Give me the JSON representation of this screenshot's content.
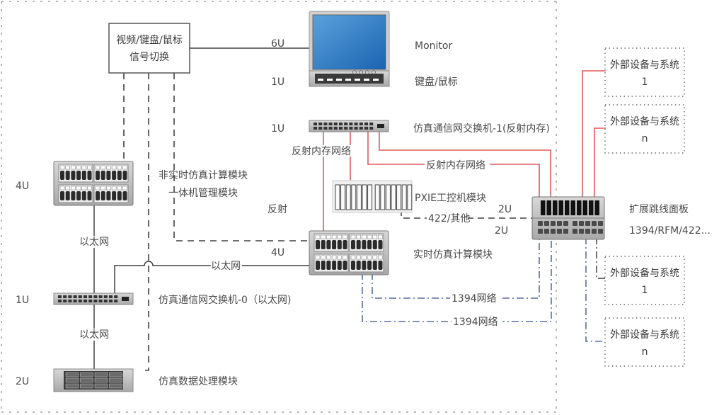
{
  "title": "仿真系统硬件连接架构图",
  "colors": {
    "reflective_memory_line": "#e05a5a",
    "ieee1394_line": "#5a6fa0",
    "ethernet_line": "#404040",
    "video_kvm_line": "#404040",
    "monitor_screen": "#2f7fc8",
    "rack_device": "#c8c8c8",
    "border_dotted": "#b0b0b0"
  },
  "kvm_switch": {
    "line1": "视频/键盘/鼠标",
    "line2": "信号切换"
  },
  "devices": {
    "monitor": {
      "u": "6U",
      "label": "Monitor"
    },
    "keyboard": {
      "u": "1U",
      "label": "键盘/鼠标"
    },
    "rfm_switch": {
      "u": "1U",
      "label": "仿真通信网交换机-1(反射内存)"
    },
    "nonrt_compute": {
      "u": "4U",
      "label_line1": "非实时仿真计算模块",
      "label_line2": "一体机管理模块"
    },
    "pxie": {
      "label": "PXIE工控机模块"
    },
    "rt_compute": {
      "u": "4U",
      "label": "实时仿真计算模块"
    },
    "eth_switch": {
      "u": "1U",
      "label": "仿真通信网交换机-0（以太网)"
    },
    "data_processing": {
      "u": "2U",
      "label": "仿真数据处理模块"
    },
    "patch_panel": {
      "u_top": "2U",
      "u_bottom": "2U",
      "label_line1": "扩展跳线面板",
      "label_line2": "1394/RFM/422..."
    }
  },
  "external_systems": [
    {
      "line1": "外部设备与系统",
      "line2": "1"
    },
    {
      "line1": "外部设备与系统",
      "line2": "n"
    },
    {
      "line1": "外部设备与系统",
      "line2": "1"
    },
    {
      "line1": "外部设备与系统",
      "line2": "n"
    }
  ],
  "connections": {
    "rfm_net_left": "反射内存网络",
    "rfm_net_right": "反射内存网络",
    "reflect": "反射",
    "serial": "422/其他",
    "ethernet_1": "以太网",
    "ethernet_2": "以太网",
    "ethernet_3": "以太网",
    "ieee1394_1": "1394网络",
    "ieee1394_2": "1394网络"
  }
}
